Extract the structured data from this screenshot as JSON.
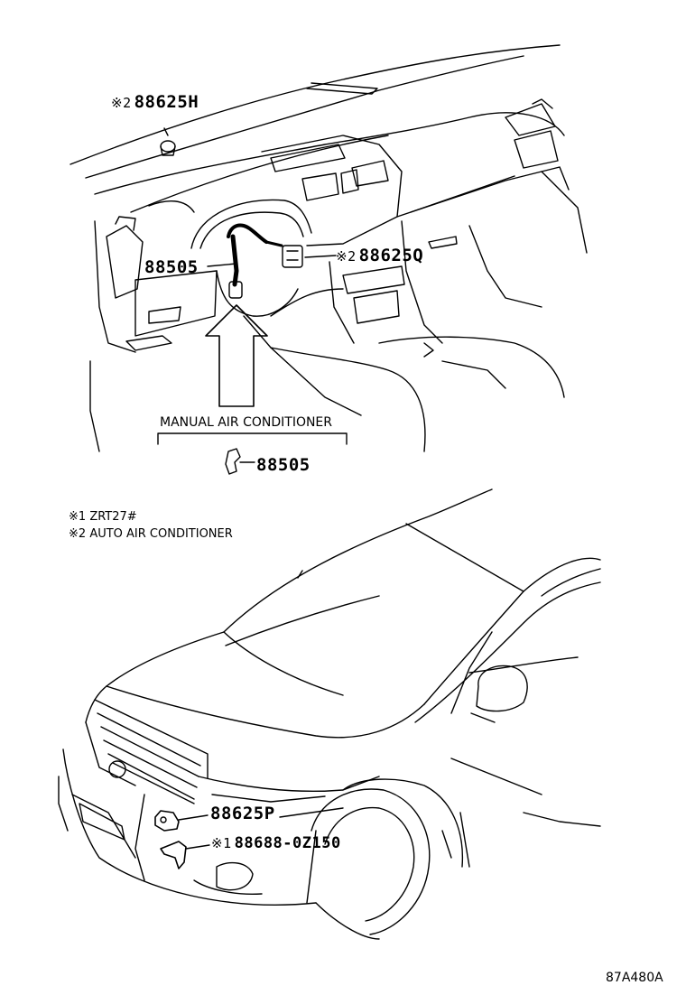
{
  "callouts": {
    "ambient_sensor": {
      "mark": "※2",
      "part": "88625H"
    },
    "duct_upper": {
      "part": "88505"
    },
    "humidity_sensor": {
      "mark": "※2",
      "part": "88625Q"
    },
    "duct_manual": {
      "part": "88505"
    },
    "front_sensor": {
      "part": "88625P"
    },
    "bracket": {
      "mark": "※1",
      "part": "88688-0Z150"
    }
  },
  "group_label": "MANUAL AIR CONDITIONER",
  "notes": [
    {
      "mark": "※1",
      "text": "ZRT27#"
    },
    {
      "mark": "※2",
      "text": "AUTO AIR CONDITIONER"
    }
  ],
  "drawing_code": "87A480A"
}
